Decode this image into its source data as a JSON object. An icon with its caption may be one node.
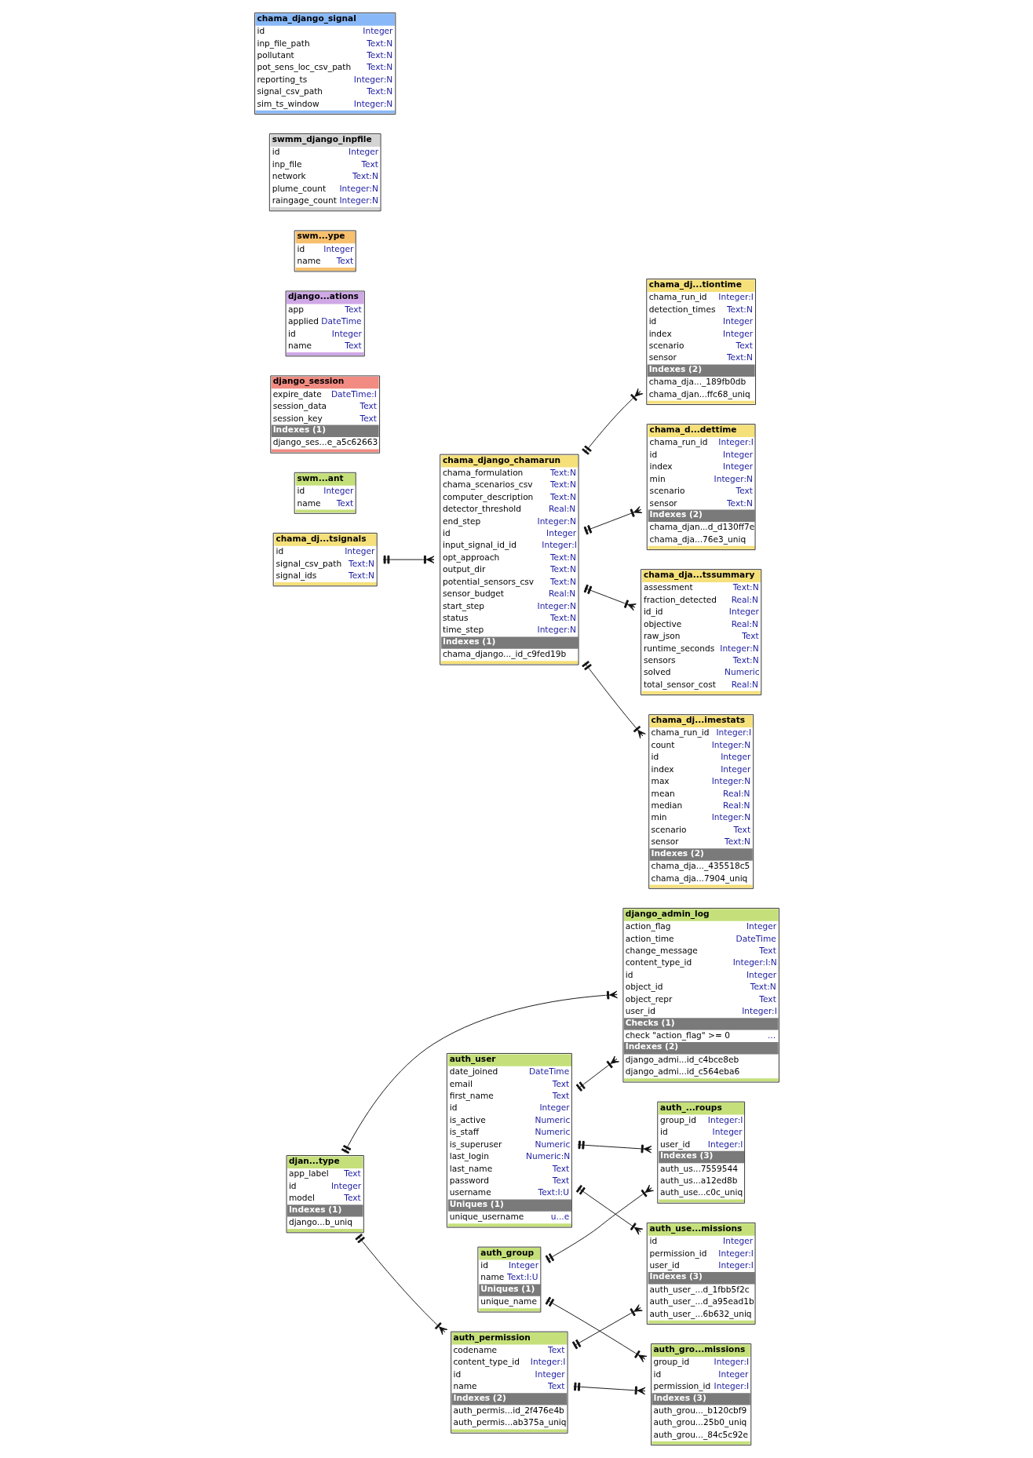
{
  "diagram": {
    "nodes": [
      {
        "text": [
          "django_admin_log",
          "action_flag",
          "Integer",
          "action_time",
          "DateTime",
          "change_message",
          "Text",
          "content_type_id",
          "Integer:I:N",
          "id",
          "Integer",
          "object_id",
          "Text:N",
          "object_repr",
          "Text",
          "user_id",
          "Integer:I",
          "Checks (1)",
          "check \"action_flag\" >= 0",
          "...",
          "Indexes (2)",
          "django_admi...id_c4bce8eb",
          "django_admi...id_c564eba6"
        ]
      },
      {
        "text": [
          "auth_...roups",
          "group_id",
          "Integer:I",
          "id",
          "Integer",
          "user_id",
          "Integer:I",
          "Indexes (3)",
          "auth_us...7559544",
          "auth_us...a12ed8b",
          "auth_use...c0c_uniq"
        ]
      },
      {
        "text": [
          "auth_permission",
          "codename",
          "Text",
          "content_type_id",
          "Integer:I",
          "id",
          "Integer",
          "name",
          "Text",
          "Indexes (2)",
          "auth_permis...id_2f476e4b",
          "auth_permis...ab375a_uniq"
        ]
      },
      {
        "text": [
          "djan...type",
          "app_label",
          "Text",
          "id",
          "Integer",
          "model",
          "Text",
          "Indexes (1)",
          "django...b_uniq"
        ]
      },
      {
        "text": [
          "auth_group",
          "id",
          "Integer",
          "name",
          "Text:I:U",
          "Uniques (1)",
          "unique_name"
        ]
      },
      {
        "text": [
          "auth_gro...missions",
          "group_id",
          "Integer:I",
          "id",
          "Integer",
          "permission_id",
          "Integer:I",
          "Indexes (3)",
          "auth_grou..._b120cbf9",
          "auth_grou...25b0_uniq",
          "auth_grou..._84c5c92e"
        ]
      },
      {
        "text": [
          "auth_user",
          "date_joined",
          "DateTime",
          "email",
          "Text",
          "first_name",
          "Text",
          "id",
          "Integer",
          "is_active",
          "Numeric",
          "is_staff",
          "Numeric",
          "is_superuser",
          "Numeric",
          "last_login",
          "Numeric:N",
          "last_name",
          "Text",
          "password",
          "Text",
          "username",
          "Text:I:U",
          "Uniques (1)",
          "unique_username",
          "u...e"
        ]
      },
      {
        "text": [
          "auth_use...missions",
          "id",
          "Integer",
          "permission_id",
          "Integer:I",
          "user_id",
          "Integer:I",
          "Indexes (3)",
          "auth_user_...d_1fbb5f2c",
          "auth_user_...d_a95ead1b",
          "auth_user_...6b632_uniq"
        ]
      },
      {
        "text": [
          "chama_dj...tsignals",
          "id",
          "Integer",
          "signal_csv_path",
          "Text:N",
          "signal_ids",
          "Text:N"
        ]
      },
      {
        "text": [
          "chama_dj...tiontime",
          "chama_run_id",
          "Integer:I",
          "detection_times",
          "Text:N",
          "id",
          "Integer",
          "index",
          "Integer",
          "scenario",
          "Text",
          "sensor",
          "Text:N",
          "Indexes (2)",
          "chama_dja..._189fb0db",
          "chama_djan...ffc68_uniq"
        ]
      },
      {
        "text": [
          "chama_django_chamarun",
          "chama_formulation",
          "Text:N",
          "chama_scenarios_csv",
          "Text:N",
          "computer_description",
          "Text:N",
          "detector_threshold",
          "Real:N",
          "end_step",
          "Integer:N",
          "id",
          "Integer",
          "input_signal_id_id",
          "Integer:I",
          "opt_approach",
          "Text:N",
          "output_dir",
          "Text:N",
          "potential_sensors_csv",
          "Text:N",
          "sensor_budget",
          "Real:N",
          "start_step",
          "Integer:N",
          "status",
          "Text:N",
          "time_step",
          "Integer:N",
          "Indexes (1)",
          "chama_django..._id_c9fed19b"
        ]
      },
      {
        "text": [
          "chama_d...dettime",
          "chama_run_id",
          "Integer:I",
          "id",
          "Integer",
          "index",
          "Integer",
          "min",
          "Integer:N",
          "scenario",
          "Text",
          "sensor",
          "Text:N",
          "Indexes (2)",
          "chama_djan...d_d130ff7e",
          "chama_dja...76e3_uniq"
        ]
      },
      {
        "text": [
          "swm...ant",
          "id",
          "Integer",
          "name",
          "Text"
        ]
      },
      {
        "text": [
          "django_session",
          "expire_date",
          "DateTime:I",
          "session_data",
          "Text",
          "session_key",
          "Text",
          "Indexes (1)",
          "django_ses...e_a5c62663"
        ]
      },
      {
        "text": [
          "django...ations",
          "app",
          "Text",
          "applied",
          "DateTime",
          "id",
          "Integer",
          "name",
          "Text"
        ]
      },
      {
        "text": [
          "swm...ype",
          "id",
          "Integer",
          "name",
          "Text"
        ]
      },
      {
        "text": [
          "swmm_django_inpfile",
          "id",
          "Integer",
          "inp_file",
          "Text",
          "network",
          "Text:N",
          "plume_count",
          "Integer:N",
          "raingage_count",
          "Integer:N"
        ]
      },
      {
        "text": [
          "chama_dja...tssummary",
          "assessment",
          "Text:N",
          "fraction_detected",
          "Real:N",
          "id_id",
          "Integer",
          "objective",
          "Real:N",
          "raw_json",
          "Text",
          "runtime_seconds",
          "Integer:N",
          "sensors",
          "Text:N",
          "solved",
          "Numeric",
          "total_sensor_cost",
          "Real:N"
        ]
      },
      {
        "text": [
          "chama_dj...imestats",
          "chama_run_id",
          "Integer:I",
          "count",
          "Integer:N",
          "id",
          "Integer",
          "index",
          "Integer",
          "max",
          "Integer:N",
          "mean",
          "Real:N",
          "median",
          "Real:N",
          "min",
          "Integer:N",
          "scenario",
          "Text",
          "sensor",
          "Text:N",
          "Indexes (2)",
          "chama_dja..._435518c5",
          "chama_dja...7904_uniq"
        ]
      },
      {
        "text": [
          "chama_django_signal",
          "id",
          "Integer",
          "inp_file_path",
          "Text:N",
          "pollutant",
          "Text:N",
          "pot_sens_loc_csv_path",
          "Text:N",
          "reporting_ts",
          "Integer:N",
          "signal_csv_path",
          "Text:N",
          "sim_ts_window",
          "Integer:N"
        ]
      }
    ],
    "edges": [
      {
        "from": 6,
        "to": 0,
        "arrow": "other"
      },
      {
        "from": 3,
        "to": 0,
        "arrow": "other"
      },
      {
        "from": 6,
        "to": 1,
        "arrow": "other"
      },
      {
        "from": 4,
        "to": 1,
        "arrow": "other"
      },
      {
        "from": 3,
        "to": 2,
        "arrow": "other"
      },
      {
        "from": 4,
        "to": 5,
        "arrow": "other"
      },
      {
        "from": 2,
        "to": 5,
        "arrow": "other"
      },
      {
        "from": 2,
        "to": 7,
        "arrow": "other"
      },
      {
        "from": 6,
        "to": 7,
        "arrow": "other"
      },
      {
        "from": 8,
        "to": 10,
        "arrow": "other"
      },
      {
        "from": 10,
        "to": 9,
        "arrow": "other"
      },
      {
        "from": 10,
        "to": 17,
        "arrow": "other"
      },
      {
        "from": 10,
        "to": 11,
        "arrow": "other"
      },
      {
        "from": 10,
        "to": 18,
        "arrow": "other"
      }
    ]
  }
}
